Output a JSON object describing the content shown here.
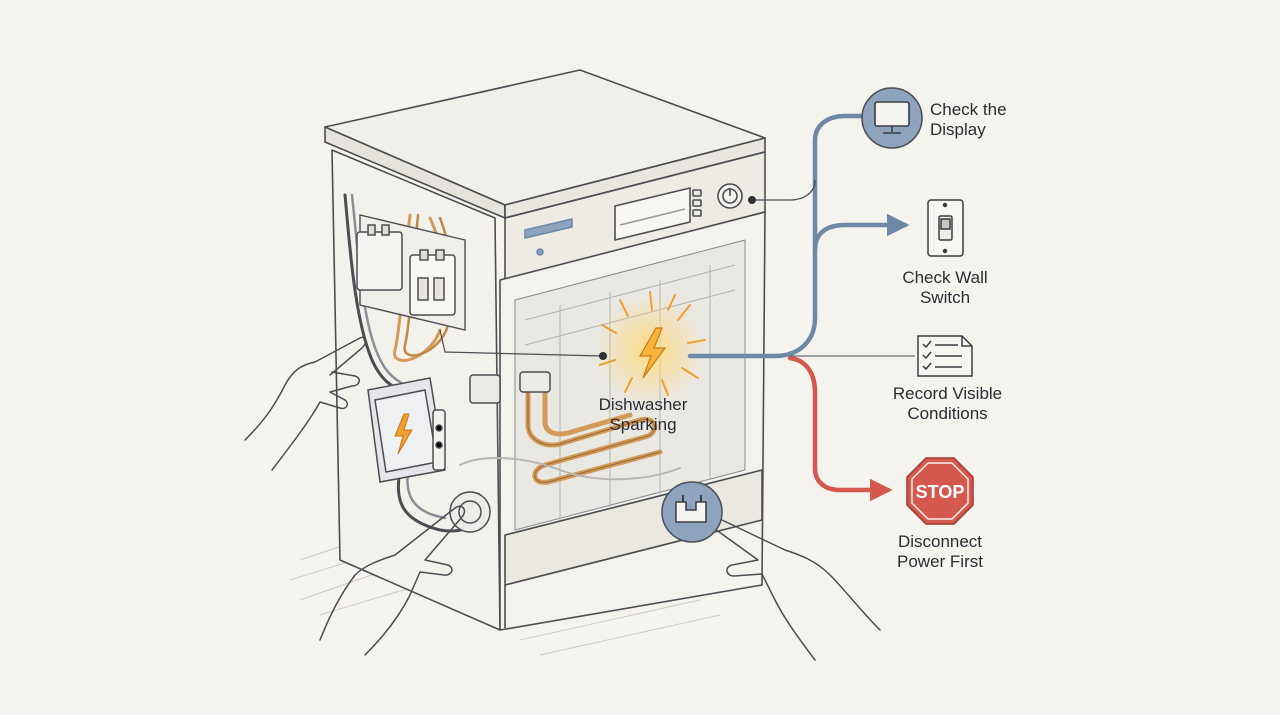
{
  "center_label": {
    "line1": "Dishwasher",
    "line2": "Sparking"
  },
  "steps": [
    {
      "id": "check-display",
      "line1": "Check the",
      "line2": "Display",
      "icon": "monitor-icon"
    },
    {
      "id": "check-wall-switch",
      "line1": "Check Wall",
      "line2": "Switch",
      "icon": "wall-switch-icon"
    },
    {
      "id": "record-conditions",
      "line1": "Record Visible",
      "line2": "Conditions",
      "icon": "checklist-icon"
    },
    {
      "id": "disconnect-power",
      "line1": "Disconnect",
      "line2": "Power First",
      "icon": "stop-sign-icon"
    }
  ],
  "stop_sign_text": "STOP",
  "colors": {
    "background": "#f5f3ee",
    "flow_blue": "#6f88a6",
    "warning_red": "#d4584d",
    "spark_orange": "#f0a030",
    "wire_copper": "#d49a58",
    "line_dark": "#4a4d52"
  }
}
